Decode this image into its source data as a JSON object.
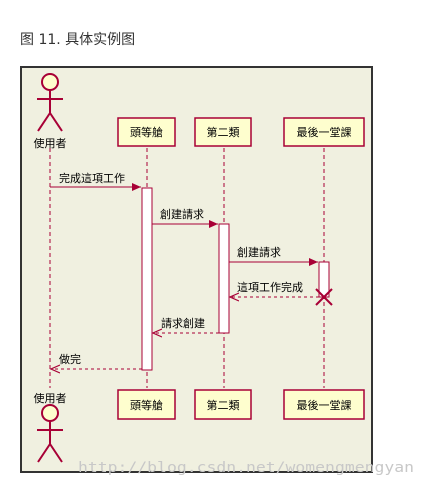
{
  "caption": "图 11. 具体实例图",
  "diagram": {
    "participants": {
      "user": "使用者",
      "p1": "頭等艙",
      "p2": "第二類",
      "p3": "最後一堂課"
    },
    "messages": {
      "m1": "完成這項工作",
      "m2": "創建請求",
      "m3": "創建請求",
      "m4": "這項工作完成",
      "m5": "請求創建",
      "m6": "做完"
    },
    "colors": {
      "background": "#f0f0e0",
      "border": "#333333",
      "participant_fill": "#fefece",
      "participant_border": "#a80036",
      "lifeline": "#a80036",
      "arrow": "#a80036"
    }
  },
  "watermark": "http://blog.csdn.net/womengmengyan"
}
